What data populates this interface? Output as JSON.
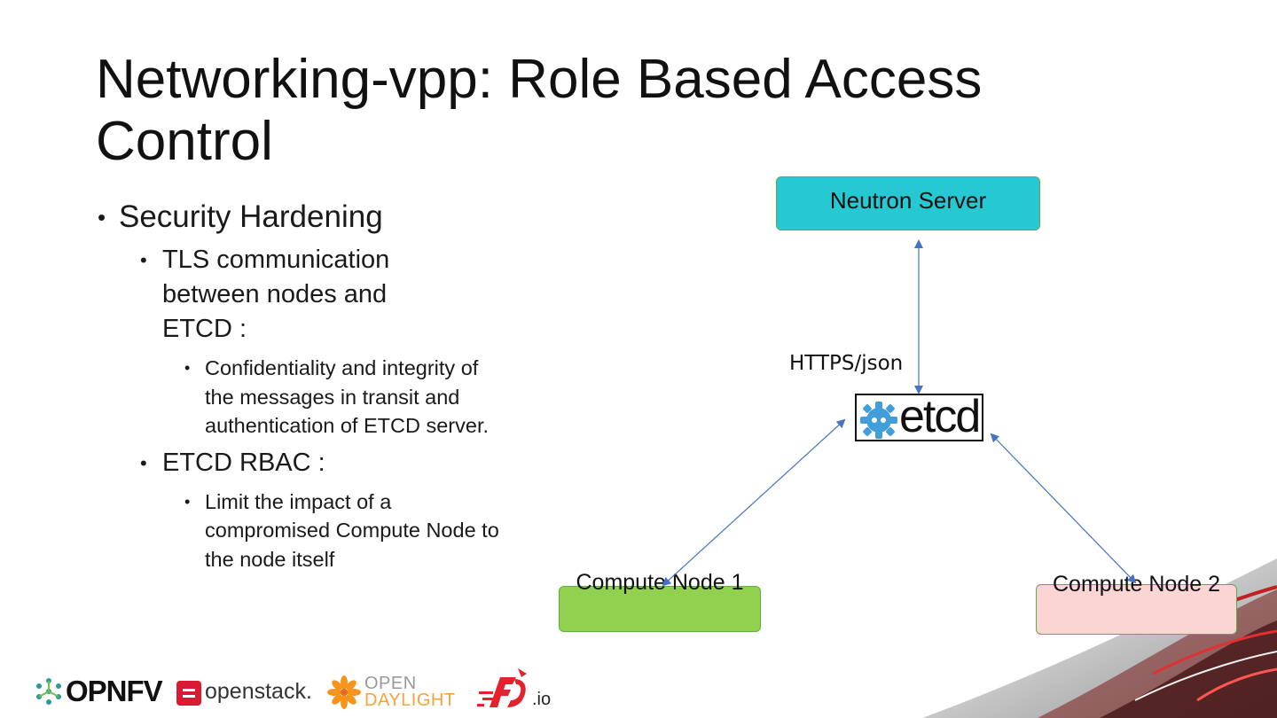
{
  "slide": {
    "title": "Networking-vpp: Role Based Access Control"
  },
  "bullets": {
    "l1": "Security Hardening",
    "tls": "TLS communication between nodes and ETCD :",
    "tls_detail": "Confidentiality and integrity of the messages in transit and authentication of ETCD server.",
    "rbac": "ETCD RBAC :",
    "rbac_detail": "Limit the impact of a compromised Compute Node to the node itself"
  },
  "diagram": {
    "neutron": "Neutron Server",
    "https": "HTTPS/json",
    "etcd_logo_text": "etcd",
    "node1": "Compute Node 1",
    "node2": "Compute Node 2",
    "arrow_color": "#4472c4",
    "neutron_color": "#26c9d1",
    "node1_color": "#92d050",
    "node2_color": "#fbd4d4",
    "etcd_color": "#419eda"
  },
  "footer": {
    "opnfv": "OPNFV",
    "openstack": "openstack.",
    "odl_top": "OPEN",
    "odl_bottom": "DAYLIGHT",
    "fdio": ".io",
    "icons": [
      "opnfv-logo-icon",
      "openstack-logo-icon",
      "opendaylight-logo-icon",
      "fdio-logo-icon"
    ]
  }
}
